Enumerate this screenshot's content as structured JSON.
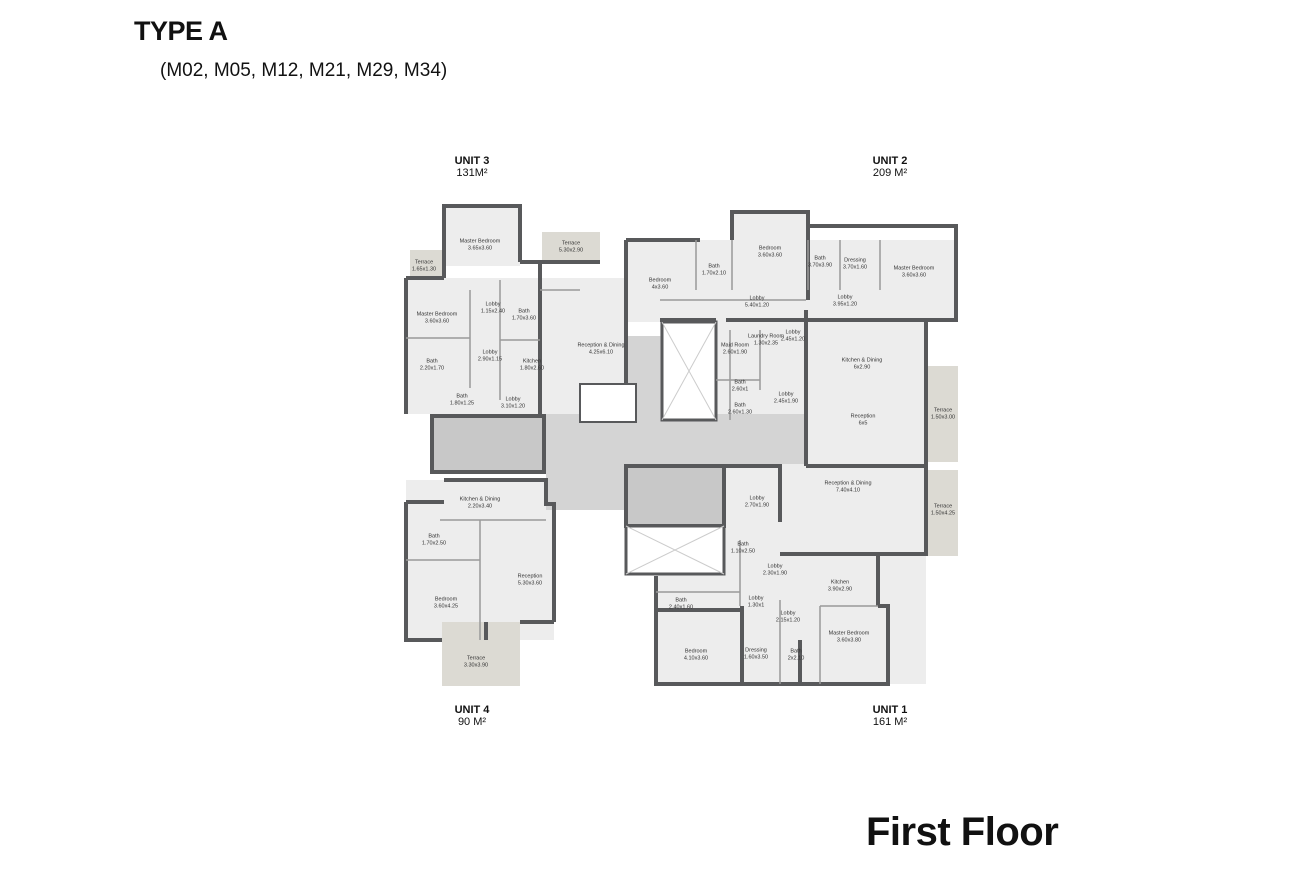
{
  "header": {
    "title": "TYPE A",
    "subtitle": "(M02, M05, M12, M21, M29, M34)"
  },
  "footer": {
    "floor": "First Floor"
  },
  "colors": {
    "wall": "#58595b",
    "floor": "#ededed",
    "core": "#d4d4d4",
    "terrace": "#dcdad3"
  },
  "units": [
    {
      "name": "UNIT 3",
      "area": "131M²"
    },
    {
      "name": "UNIT 2",
      "area": "209 M²"
    },
    {
      "name": "UNIT 4",
      "area": "90 M²"
    },
    {
      "name": "UNIT 1",
      "area": "161 M²"
    }
  ],
  "rooms": [
    {
      "name": "Master Bedroom",
      "dim": "3.65x3.60"
    },
    {
      "name": "Terrace",
      "dim": "1.65x1.30"
    },
    {
      "name": "Terrace",
      "dim": "5.30x2.90"
    },
    {
      "name": "Master Bedroom",
      "dim": "3.60x3.60"
    },
    {
      "name": "Lobby",
      "dim": "1.15x2.40"
    },
    {
      "name": "Bath",
      "dim": "1.70x3.60"
    },
    {
      "name": "Lobby",
      "dim": "2.90x1.15"
    },
    {
      "name": "Kitchen",
      "dim": "1.80x2.60"
    },
    {
      "name": "Reception & Dining",
      "dim": "4.25x6.10"
    },
    {
      "name": "Bath",
      "dim": "2.20x1.70"
    },
    {
      "name": "Bath",
      "dim": "1.80x1.25"
    },
    {
      "name": "Lobby",
      "dim": "3.10x1.20"
    },
    {
      "name": "Bedroom",
      "dim": "4x3.60"
    },
    {
      "name": "Bath",
      "dim": "1.70x2.10"
    },
    {
      "name": "Bedroom",
      "dim": "3.60x3.60"
    },
    {
      "name": "Bath",
      "dim": "3.70x3.90"
    },
    {
      "name": "Dressing",
      "dim": "3.70x1.60"
    },
    {
      "name": "Master Bedroom",
      "dim": "3.60x3.60"
    },
    {
      "name": "Lobby",
      "dim": "5.40x1.20"
    },
    {
      "name": "Lobby",
      "dim": "3.95x1.20"
    },
    {
      "name": "Maid Room",
      "dim": "2.60x1.90"
    },
    {
      "name": "Laundry Room",
      "dim": "1.30x2.35"
    },
    {
      "name": "Lobby",
      "dim": "2.45x1.20"
    },
    {
      "name": "Kitchen & Dining",
      "dim": "6x2.90"
    },
    {
      "name": "Bath",
      "dim": "2.60x1"
    },
    {
      "name": "Bath",
      "dim": "2.60x1.30"
    },
    {
      "name": "Lobby",
      "dim": "2.45x1.90"
    },
    {
      "name": "Reception",
      "dim": "6x5"
    },
    {
      "name": "Terrace",
      "dim": "1.50x3.00"
    },
    {
      "name": "Kitchen & Dining",
      "dim": "2.20x3.40"
    },
    {
      "name": "Bath",
      "dim": "1.70x2.50"
    },
    {
      "name": "Reception",
      "dim": "5.30x3.60"
    },
    {
      "name": "Bedroom",
      "dim": "3.60x4.25"
    },
    {
      "name": "Terrace",
      "dim": "3.30x3.90"
    },
    {
      "name": "Reception & Dining",
      "dim": "7.40x4.10"
    },
    {
      "name": "Lobby",
      "dim": "2.70x1.90"
    },
    {
      "name": "Terrace",
      "dim": "1.50x4.25"
    },
    {
      "name": "Bath",
      "dim": "1.10x2.50"
    },
    {
      "name": "Lobby",
      "dim": "2.30x1.90"
    },
    {
      "name": "Kitchen",
      "dim": "3.90x2.90"
    },
    {
      "name": "Bath",
      "dim": "2.40x1.60"
    },
    {
      "name": "Lobby",
      "dim": "1.30x1"
    },
    {
      "name": "Lobby",
      "dim": "2.15x1.20"
    },
    {
      "name": "Master Bedroom",
      "dim": "3.60x3.80"
    },
    {
      "name": "Bedroom",
      "dim": "4.10x3.60"
    },
    {
      "name": "Dressing",
      "dim": "1.60x3.50"
    },
    {
      "name": "Bath",
      "dim": "2x2.10"
    }
  ]
}
